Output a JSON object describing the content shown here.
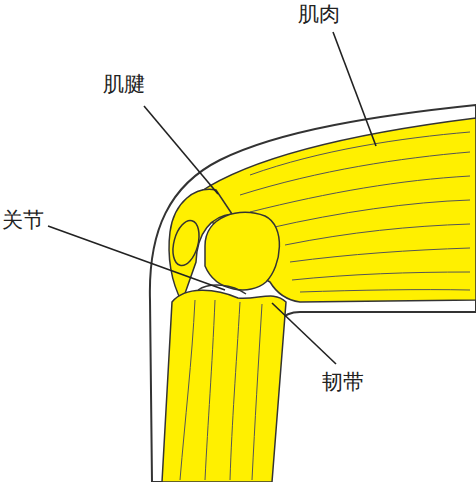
{
  "diagram": {
    "labels": [
      "肌肉",
      "肌腱",
      "关节",
      "韧带"
    ]
  }
}
